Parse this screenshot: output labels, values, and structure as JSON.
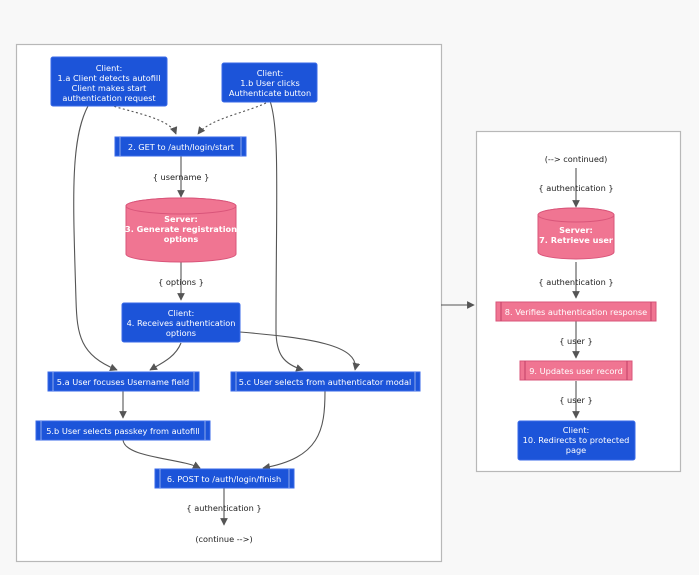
{
  "nodes": {
    "n1a": [
      "Client:",
      "1.a Client detects autofill",
      "Client makes start",
      "authentication request"
    ],
    "n1b": [
      "Client:",
      "1.b User clicks",
      "Authenticate button"
    ],
    "n2": [
      "2. GET to /auth/login/start"
    ],
    "n3": [
      "Server:",
      "3. Generate registration",
      "options"
    ],
    "n4": [
      "Client:",
      "4. Receives authentication",
      "options"
    ],
    "n5a": [
      "5.a User focuses Username field"
    ],
    "n5b": [
      "5.b User selects passkey from autofill"
    ],
    "n5c": [
      "5.c User selects from authenticator modal"
    ],
    "n6": [
      "6. POST to /auth/login/finish"
    ],
    "n7": [
      "Server:",
      "7. Retrieve user"
    ],
    "n8": [
      "8. Verifies authentication response"
    ],
    "n9": [
      "9. Updates user record"
    ],
    "n10": [
      "Client:",
      "10. Redirects to protected",
      "page"
    ]
  },
  "edge_labels": {
    "username": "{ username }",
    "options": "{ options }",
    "authentication_left": "{ authentication }",
    "continue_out": "(continue -->)",
    "continued_in": "(--> continued)",
    "authentication_right_1": "{ authentication }",
    "authentication_right_2": "{ authentication }",
    "user_1": "{ user }",
    "user_2": "{ user }"
  },
  "colors": {
    "client_node": "#1c54d9",
    "server_node": "#f07592",
    "edge": "#555555",
    "panel_border": "#b8b8b8"
  }
}
